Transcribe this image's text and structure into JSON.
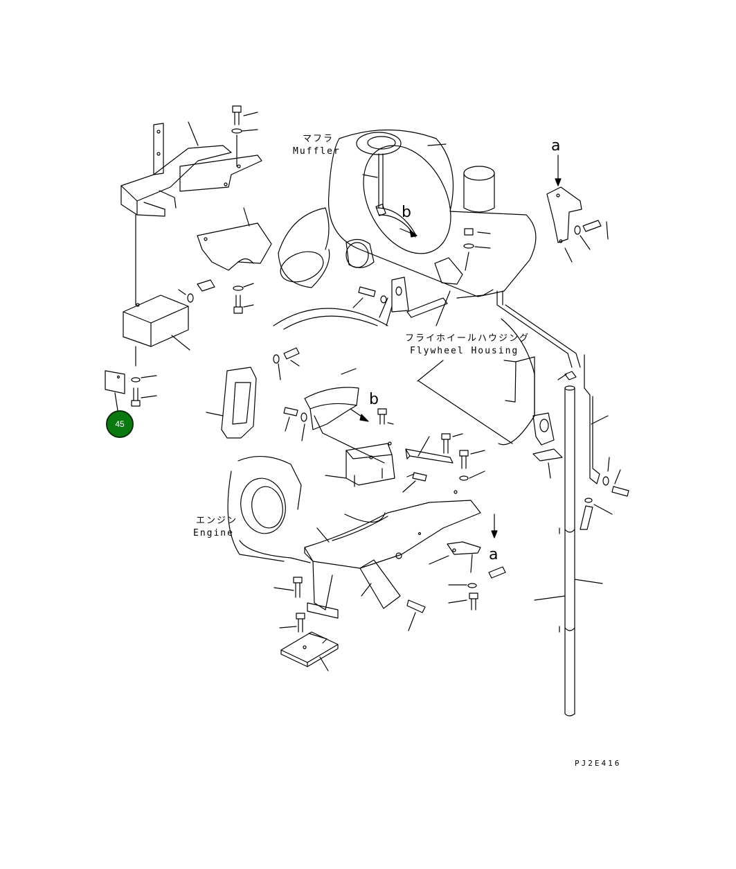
{
  "labels": {
    "muffler_jp": "マフラ",
    "muffler_en": "Muffler",
    "flywheel_jp": "フライホイールハウジング",
    "flywheel_en": "Flywheel Housing",
    "engine_jp": "エンジン",
    "engine_en": "Engine"
  },
  "view_markers": {
    "a_top": "a",
    "a_bottom": "a",
    "b_top": "b",
    "b_mid": "b"
  },
  "callout": {
    "number": "45",
    "color": "#0a7a10"
  },
  "drawing_code": "PJ2E416",
  "colors": {
    "line": "#000000",
    "background": "#ffffff"
  }
}
